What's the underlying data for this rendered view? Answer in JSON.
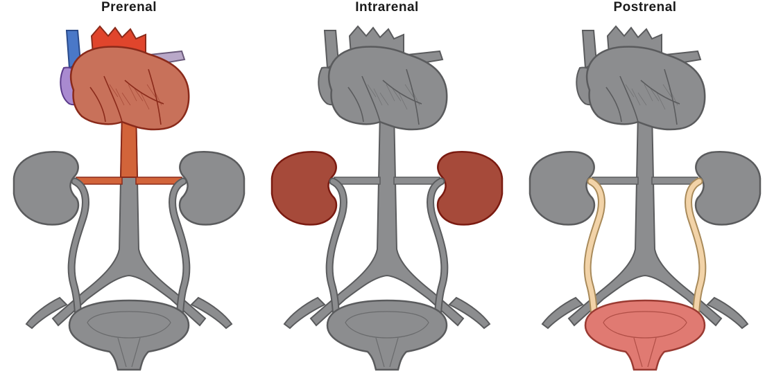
{
  "panels": [
    {
      "title": "Prerenal",
      "highlight": "heart-and-vessels"
    },
    {
      "title": "Intrarenal",
      "highlight": "kidneys"
    },
    {
      "title": "Postrenal",
      "highlight": "ureters-and-bladder"
    }
  ],
  "colors": {
    "gray_fill": "#8c8d8f",
    "gray_stroke": "#5a5b5d",
    "heart_muscle": "#c8715a",
    "heart_stroke": "#8a2a1a",
    "artery_red": "#e0452c",
    "vein_blue": "#4a78c8",
    "atrium_purple": "#a98ad0",
    "aorta_orange": "#d2643a",
    "kidney_red": "#a64a3a",
    "kidney_stroke": "#7a1a10",
    "ureter_tan": "#f2d3a8",
    "bladder_pink": "#e07a72"
  }
}
